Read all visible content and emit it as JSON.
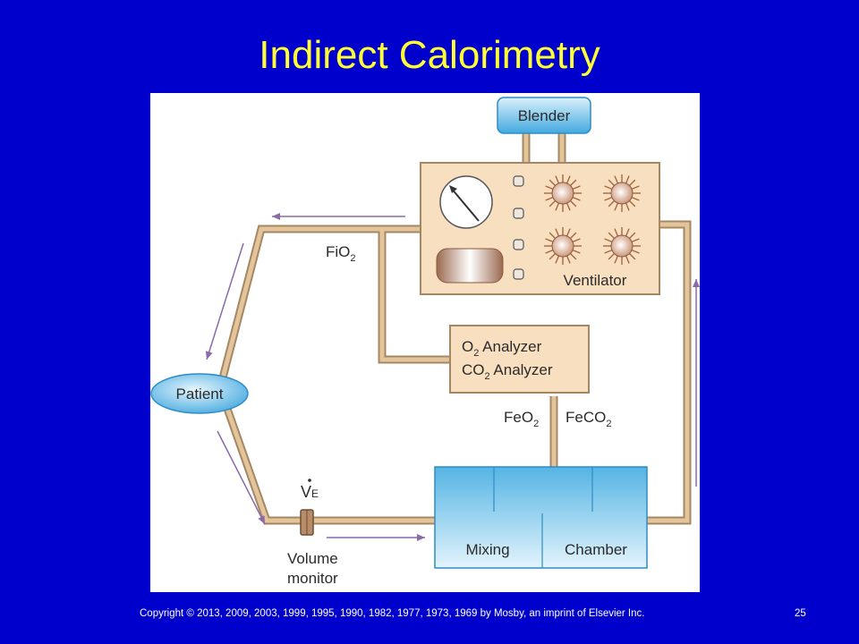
{
  "slide": {
    "title": "Indirect Calorimetry",
    "copyright": "Copyright © 2013, 2009, 2003, 1999, 1995, 1990, 1982, 1977, 1973, 1969 by Mosby, an imprint of Elsevier Inc.",
    "page_number": "25"
  },
  "diagram": {
    "blender": "Blender",
    "ventilator": "Ventilator",
    "analyzer_o2_prefix": "O",
    "analyzer_o2_sub": "2",
    "analyzer_o2_suffix": " Analyzer",
    "analyzer_co2_prefix": "CO",
    "analyzer_co2_sub": "2",
    "analyzer_co2_suffix": " Analyzer",
    "patient": "Patient",
    "fio2_prefix": "FiO",
    "fio2_sub": "2",
    "feo2_prefix": "FeO",
    "feo2_sub": "2",
    "feco2_prefix": "FeCO",
    "feco2_sub": "2",
    "ve_symbol": "V",
    "ve_sub": "E",
    "volume_monitor_line1": "Volume",
    "volume_monitor_line2": "monitor",
    "mixing": "Mixing",
    "chamber": "Chamber"
  },
  "colors": {
    "background": "#0000cc",
    "title": "#ffff33",
    "tube": "#c8a27a",
    "box_fill": "#f8dfc0",
    "box_stroke": "#a58863",
    "blue_component": "#4aaee0",
    "arrow": "#8a6aa8"
  }
}
